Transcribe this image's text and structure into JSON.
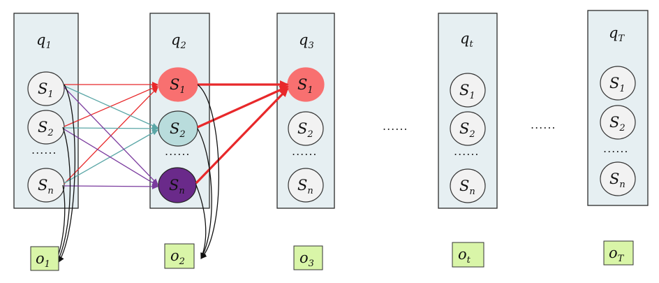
{
  "columns": [
    {
      "q_base": "q",
      "q_sub": "1",
      "obs_base": "o",
      "obs_sub": "1"
    },
    {
      "q_base": "q",
      "q_sub": "2",
      "obs_base": "o",
      "obs_sub": "2"
    },
    {
      "q_base": "q",
      "q_sub": "3",
      "obs_base": "o",
      "obs_sub": "3"
    },
    {
      "q_base": "q",
      "q_sub": "t",
      "obs_base": "o",
      "obs_sub": "t"
    },
    {
      "q_base": "q",
      "q_sub": "T",
      "obs_base": "o",
      "obs_sub": "T"
    }
  ],
  "states": [
    {
      "base": "S",
      "sub": "1"
    },
    {
      "base": "S",
      "sub": "2"
    },
    {
      "base": "S",
      "sub": "n"
    }
  ],
  "ellipsis": "......",
  "colors": {
    "s1_highlight": "#f87070",
    "s2_highlight": "#b9dcdc",
    "sn_highlight": "#6a2a8a",
    "arrow_red": "#e8282a",
    "arrow_teal": "#5aa6a6",
    "arrow_purple": "#7a3a9e",
    "arrow_black": "#111111",
    "obs_fill": "#d9f5a8",
    "column_fill": "#e6eff2"
  }
}
